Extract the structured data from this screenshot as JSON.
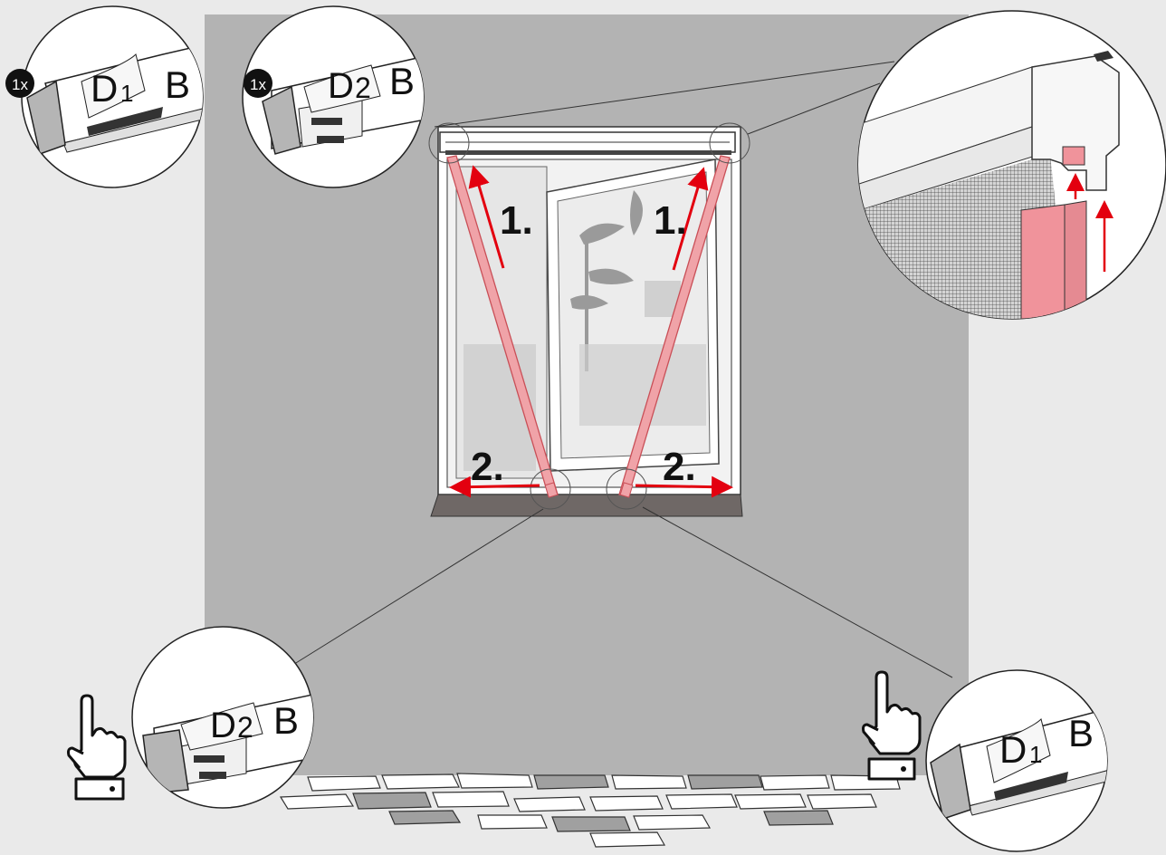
{
  "steps": {
    "step1_left": "1.",
    "step1_right": "1.",
    "step2_left": "2.",
    "step2_right": "2."
  },
  "callouts": {
    "top_left": {
      "part": "D",
      "index": "1",
      "end": "B",
      "badge": "1x"
    },
    "top_mid": {
      "part": "D",
      "index": "2",
      "end": "B",
      "badge": "1x"
    },
    "bottom_left": {
      "part": "D",
      "index": "2",
      "end": "B"
    },
    "bottom_right": {
      "part": "D",
      "index": "1",
      "end": "B"
    }
  },
  "icons": {
    "pointing_hand": "pointing-hand-icon",
    "step_badge": "badge-icon"
  },
  "colors": {
    "wall": "#b3b3b3",
    "background": "#eaeaea",
    "rod_fill": "#f0a3a8",
    "rod_stroke": "#c94f57",
    "arrow": "#e3000f",
    "sill": "#6f6866",
    "mesh_panel": "#f0939b"
  }
}
